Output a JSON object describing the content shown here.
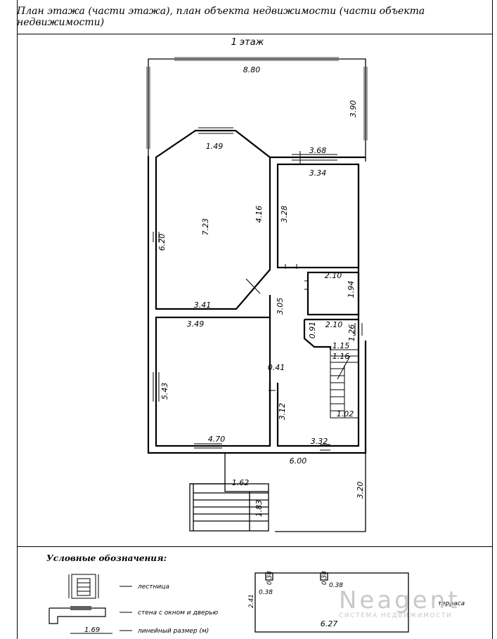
{
  "title": "План этажа (части этажа), план объекта недвижимости (части объекта недвижимости)",
  "floor_label": "1 этаж",
  "dimensions": {
    "top_width": "8.80",
    "top_right_depth": "3.90",
    "bay_top": "1.49",
    "right_room_top_outer": "3.68",
    "right_room_top_inner": "3.34",
    "left_room_length": "7.23",
    "left_room_height": "6.20",
    "bay_diag": "4.16",
    "right_room_height": "3.28",
    "left_room_bottom": "3.41",
    "small_room_width": "2.10",
    "small_room_height": "1.94",
    "hall_height": "3.05",
    "hall_top": "3.49",
    "bath_width": "2.10",
    "bath_left": "0.91",
    "bath_right": "1.26",
    "stair_top": "1.15",
    "stair_side": "1.16",
    "partition": "0.41",
    "main_room_height": "5.43",
    "partition_height": "3.12",
    "stair_bottom": "1.02",
    "main_room_bottom": "4.70",
    "right_bottom": "3.32",
    "overall_bottom": "6.00",
    "porch_width": "1.62",
    "porch_depth": "1.83",
    "terrace_depth": "3.20"
  },
  "legend": {
    "title": "Условные обозначения:",
    "stairs": "лестница",
    "wall": "стена с окном и дверью",
    "dim_sample": "1.69",
    "dim": "линейный размер (м)"
  },
  "inset": {
    "height": "2.41",
    "col1": "0.38",
    "col1_side": "0.38",
    "col2": "0.38",
    "col2_side": "0.38",
    "width": "6.27",
    "terrace_label": "терраса"
  },
  "watermark": {
    "brand": "Neagent",
    "tagline": "СИСТЕМА НЕДВИЖИМОСТИ"
  }
}
